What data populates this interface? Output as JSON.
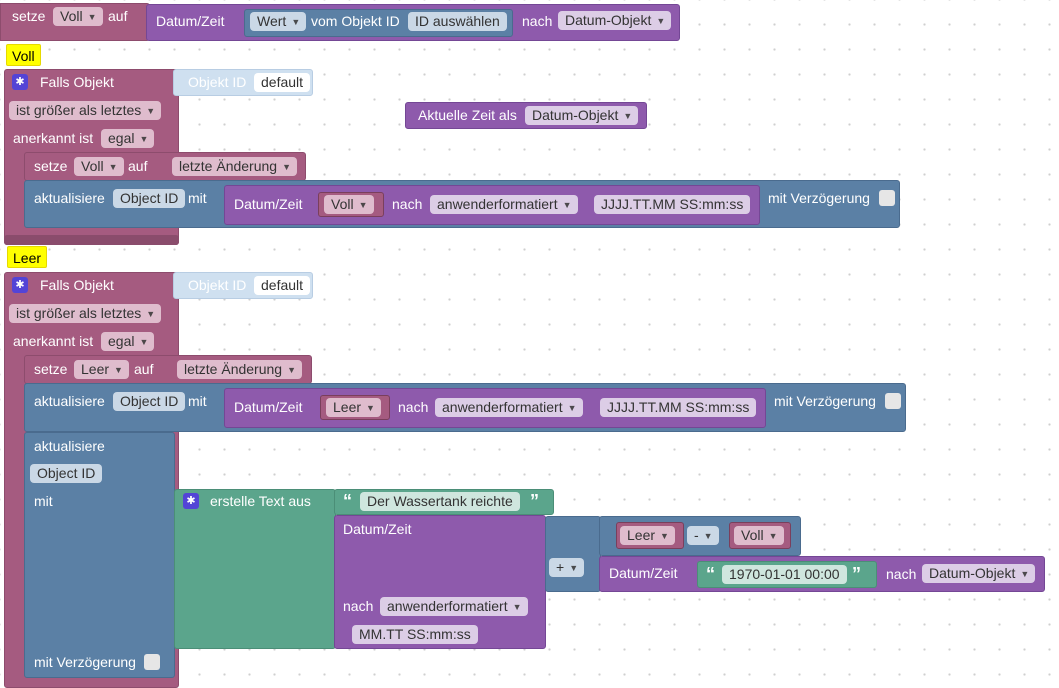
{
  "top": {
    "setze": "setze",
    "var": "Voll",
    "auf": "auf",
    "datumzeit": "Datum/Zeit",
    "wert": "Wert",
    "vom": "vom Objekt ID",
    "id_auswaehlen": "ID auswählen",
    "nach": "nach",
    "datum_objekt": "Datum-Objekt"
  },
  "notes": {
    "voll": "Voll",
    "leer": "Leer"
  },
  "block1": {
    "falls": "Falls Objekt",
    "objid_label": "Objekt ID",
    "objid_value": "default",
    "cond": "ist größer als letztes",
    "anerkannt": "anerkannt ist",
    "egal": "egal",
    "setze": "setze",
    "var": "Voll",
    "auf": "auf",
    "letzte": "letzte Änderung",
    "aktualisiere": "aktualisiere",
    "objectid": "Object ID",
    "mit": "mit",
    "datumzeit": "Datum/Zeit",
    "var2": "Voll",
    "nach": "nach",
    "format": "anwenderformatiert",
    "fmt": "JJJJ.TT.MM SS:mm:ss",
    "verz": "mit Verzögerung"
  },
  "floating": {
    "label": "Aktuelle Zeit als",
    "sel": "Datum-Objekt"
  },
  "block2": {
    "falls": "Falls Objekt",
    "objid_label": "Objekt ID",
    "objid_value": "default",
    "cond": "ist größer als letztes",
    "anerkannt": "anerkannt ist",
    "egal": "egal",
    "setze": "setze",
    "var": "Leer",
    "auf": "auf",
    "letzte": "letzte Änderung",
    "aktualisiere": "aktualisiere",
    "objectid": "Object ID",
    "mit": "mit",
    "datumzeit": "Datum/Zeit",
    "var2": "Leer",
    "nach": "nach",
    "format": "anwenderformatiert",
    "fmt": "JJJJ.TT.MM SS:mm:ss",
    "verz": "mit Verzögerung"
  },
  "block3": {
    "aktualisiere": "aktualisiere",
    "objectid": "Object ID",
    "mit": "mit",
    "erstelle": "erstelle Text aus",
    "text1": "Der Wassertank reichte",
    "datumzeit": "Datum/Zeit",
    "plus": "+",
    "leer": "Leer",
    "minus": "-",
    "voll": "Voll",
    "datumzeit2": "Datum/Zeit",
    "date": "1970-01-01 00:00",
    "nach2": "nach",
    "datum_objekt": "Datum-Objekt",
    "nach": "nach",
    "format": "anwenderformatiert",
    "fmt": "MM.TT SS:mm:ss",
    "verz": "mit Verzögerung"
  }
}
